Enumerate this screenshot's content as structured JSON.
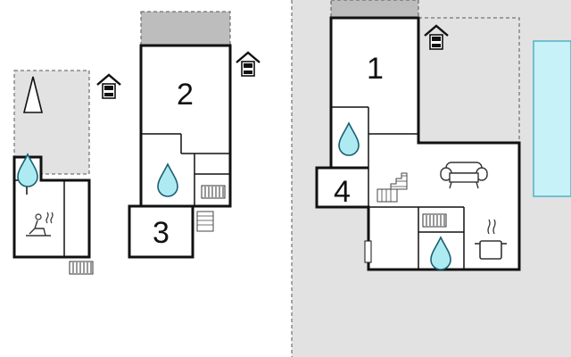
{
  "rooms": {
    "room1": {
      "label": "1"
    },
    "room2": {
      "label": "2"
    },
    "room3": {
      "label": "3"
    },
    "room4": {
      "label": "4"
    }
  },
  "colors": {
    "wall": "#111111",
    "outdoor_area": "#e2e2e2",
    "roof_area": "#bdbdbd",
    "pool": "#c7f2f8",
    "pool_border": "#4fb3c4",
    "water_drop": "#aeeaf2",
    "water_drop_border": "#1a5f70"
  },
  "icons": [
    "tree-icon",
    "house-icon",
    "sauna-icon",
    "radiator-icon",
    "bathroom-icon",
    "stairs-icon",
    "sofa-icon",
    "cooking-pot-icon"
  ]
}
